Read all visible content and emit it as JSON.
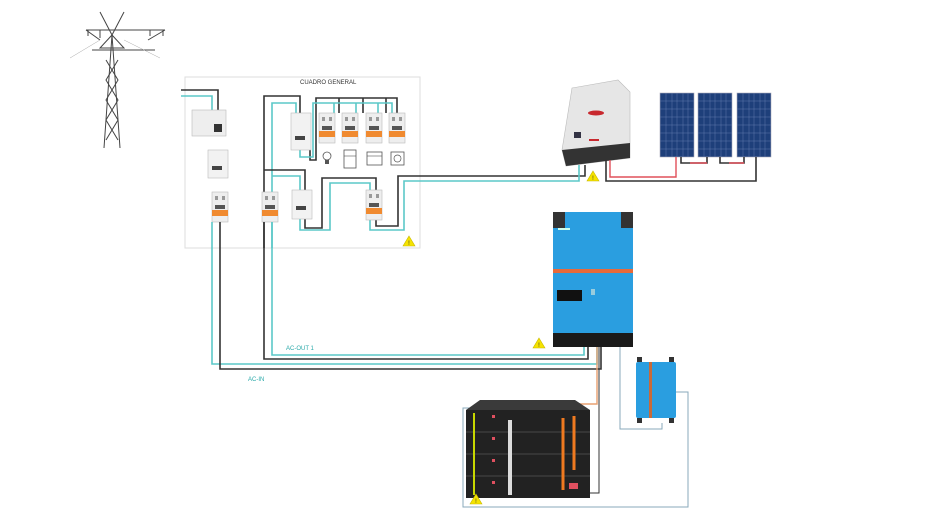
{
  "panel": {
    "title": "CUADRO GENERAL"
  },
  "labels": {
    "ac_out": "AC-OUT 1",
    "ac_in": "AC-IN"
  },
  "colors": {
    "neutral_wire": "#5bc8c8",
    "phase_wire": "#333333",
    "pv_positive": "#e0505a",
    "inverter_blue": "#2a9ee0",
    "breaker_orange": "#f08a30",
    "warning_yellow": "#f5e300"
  },
  "icons": [
    "power-tower",
    "breaker",
    "light-bulb-icon",
    "fridge-icon",
    "oven-icon",
    "washing-machine-icon",
    "warning-icon",
    "solar-panel",
    "pv-inverter",
    "battery-inverter-charger",
    "battery-rack",
    "charge-controller"
  ]
}
